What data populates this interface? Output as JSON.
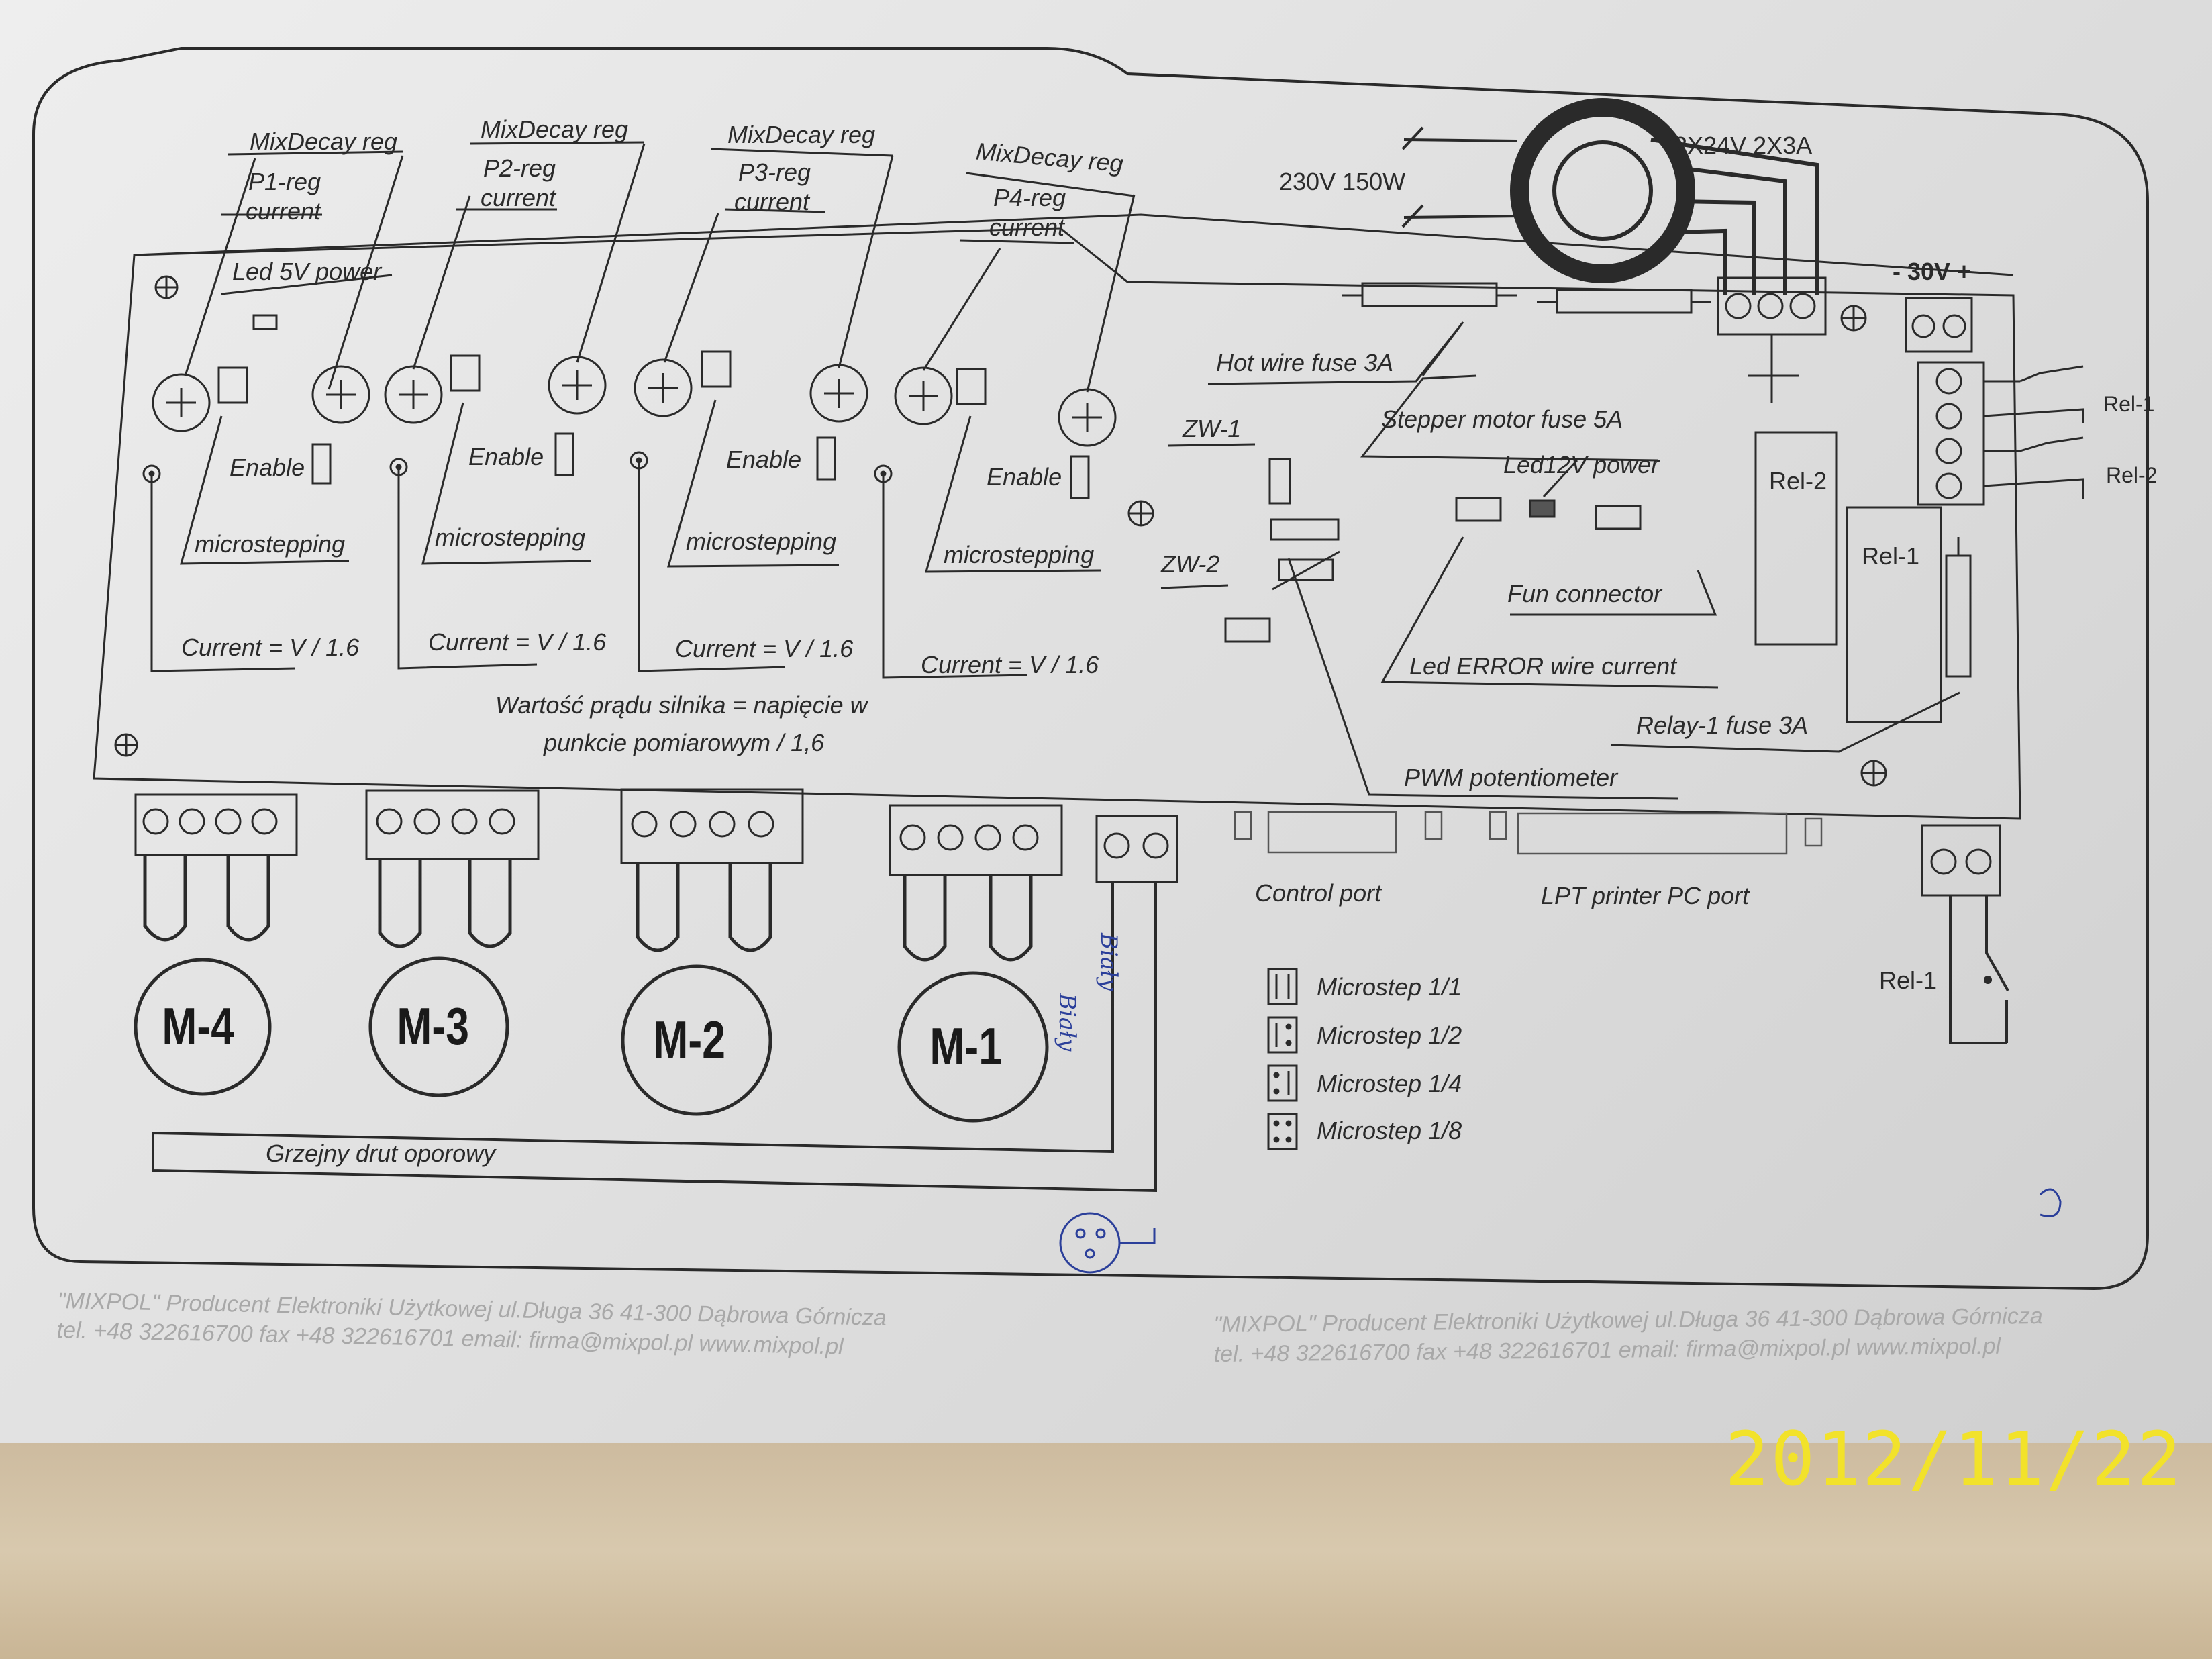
{
  "diagram": {
    "top_labels": {
      "mixdecay_1": "MixDecay reg",
      "preg_1": "P1-reg",
      "current_1": "current",
      "mixdecay_2": "MixDecay reg",
      "preg_2": "P2-reg",
      "current_2": "current",
      "mixdecay_3": "MixDecay reg",
      "preg_3": "P3-reg",
      "current_3": "current",
      "mixdecay_4": "MixDecay reg",
      "preg_4": "P4-reg",
      "current_4": "current"
    },
    "power": {
      "mains": "230V 150W",
      "secondary": "2X24V 2X3A",
      "dc": "- 30V +"
    },
    "board": {
      "led_5v": "Led 5V power",
      "enable": "Enable",
      "microstepping": "microstepping",
      "current_formula": "Current = V / 1.6",
      "motor_current_line1": "Wartość prądu silnika = napięcie w",
      "motor_current_line2": "punkcie pomiarowym / 1,6",
      "hot_wire_fuse": "Hot wire fuse 3A",
      "stepper_fuse": "Stepper motor  fuse 5A",
      "led12v": "Led12V power",
      "zw1": "ZW-1",
      "zw2": "ZW-2",
      "fun_connector": "Fun connector",
      "led_error": "Led ERROR wire current",
      "relay_fuse": "Relay-1  fuse 3A",
      "pwm": "PWM potentiometer",
      "rel1": "Rel-1",
      "rel2": "Rel-2"
    },
    "ports": {
      "control": "Control port",
      "lpt": "LPT printer PC port"
    },
    "motors": [
      "M-4",
      "M-3",
      "M-2",
      "M-1"
    ],
    "microstep_legend": [
      "Microstep 1/1",
      "Microstep 1/2",
      "Microstep 1/4",
      "Microstep 1/8"
    ],
    "heater_wire": "Grzejny drut oporowy",
    "handwritten": {
      "biały": "Biały",
      "czerwony": "Biały"
    }
  },
  "footer": {
    "line1": "\"MIXPOL\" Producent Elektroniki Użytkowej ul.Długa 36 41-300 Dąbrowa Górnicza",
    "line2": "tel. +48 322616700  fax +48 322616701 email: firma@mixpol.pl    www.mixpol.pl"
  },
  "timestamp": "2012/11/22",
  "colors": {
    "ink": "#2a2a2a",
    "date_stamp": "#f2e22a",
    "pen": "#2b3f9a"
  }
}
